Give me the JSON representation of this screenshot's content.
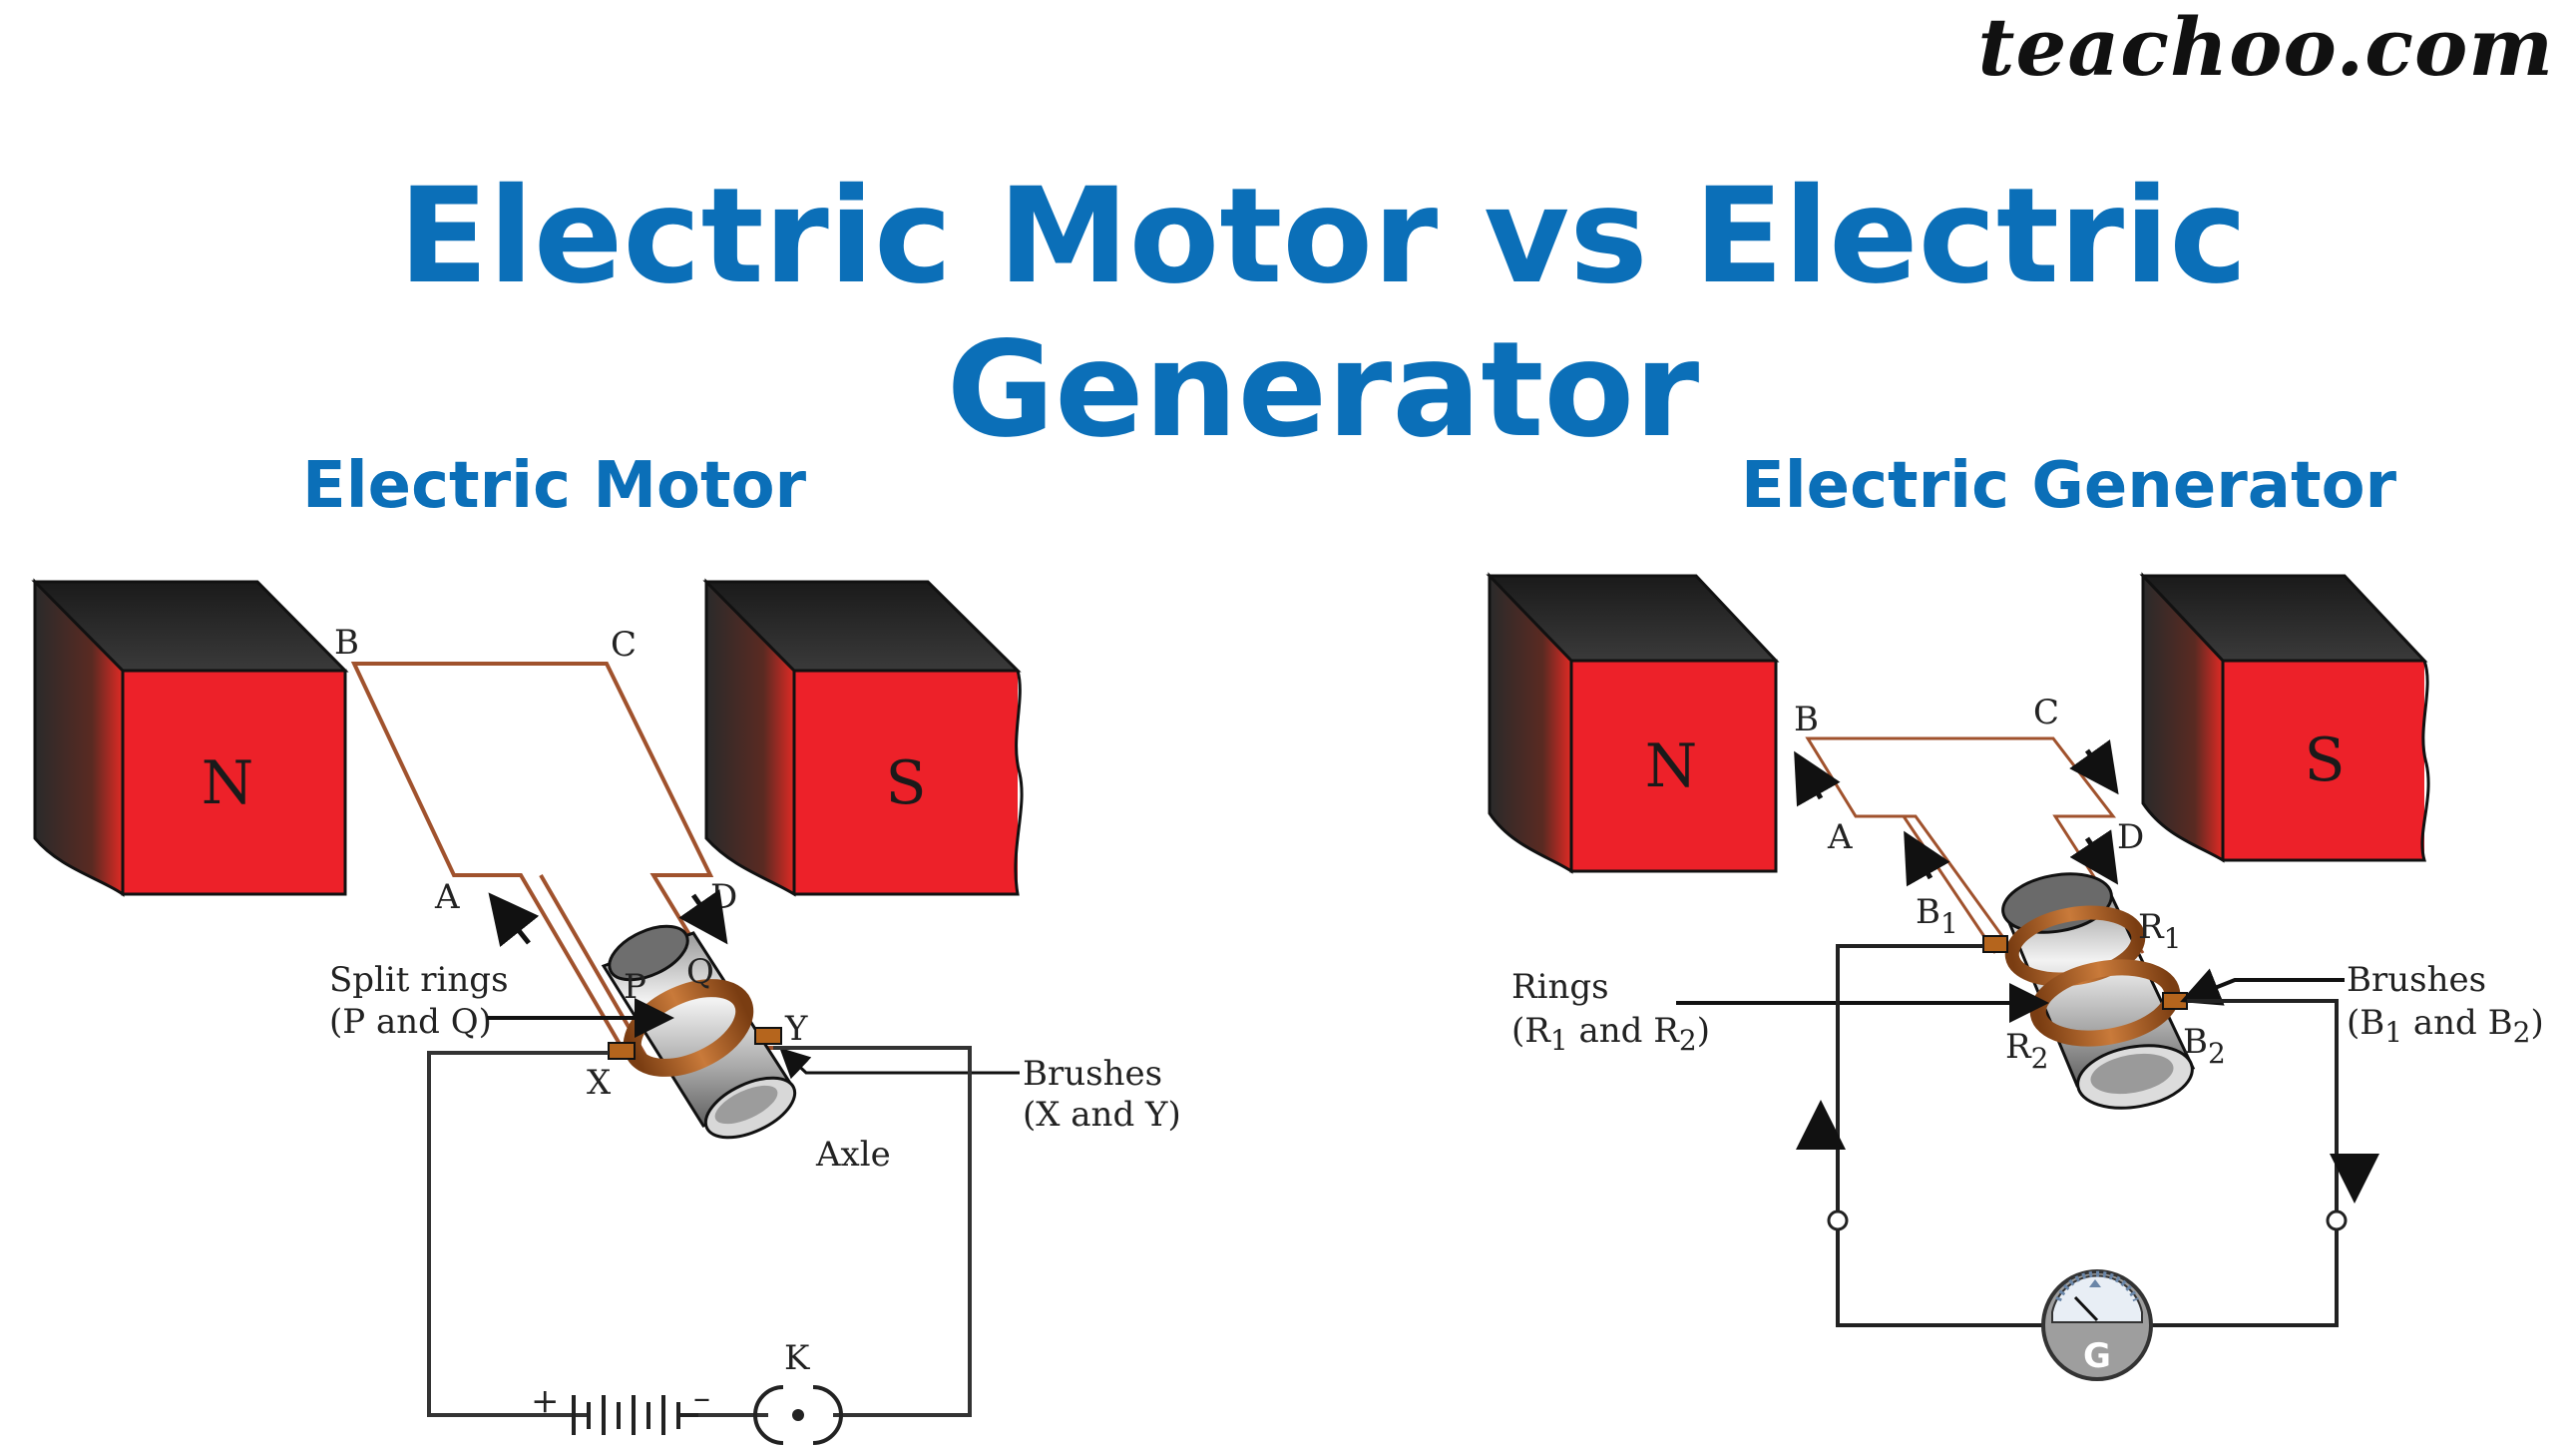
{
  "brand": "teachoo.com",
  "title": "Electric Motor vs Electric Generator",
  "motor": {
    "heading": "Electric Motor",
    "magnet_n": "N",
    "magnet_s": "S",
    "corner_b": "B",
    "corner_c": "C",
    "corner_a": "A",
    "corner_d": "D",
    "ring_p": "P",
    "ring_q": "Q",
    "brush_x": "X",
    "brush_y": "Y",
    "split_rings_l1": "Split rings",
    "split_rings_l2": "(P and Q)",
    "brushes_l1": "Brushes",
    "brushes_l2": "(X and Y)",
    "axle": "Axle",
    "key": "K",
    "plus": "+",
    "minus": "–"
  },
  "generator": {
    "heading": "Electric Generator",
    "magnet_n": "N",
    "magnet_s": "S",
    "corner_b": "B",
    "corner_c": "C",
    "corner_a": "A",
    "corner_d": "D",
    "b1": "B",
    "b1_sub": "1",
    "r1": "R",
    "r1_sub": "1",
    "r2": "R",
    "r2_sub": "2",
    "b2": "B",
    "b2_sub": "2",
    "rings_l1": "Rings",
    "rings_l2": "(R",
    "rings_l2_sub1": "1",
    "rings_l2_mid": " and R",
    "rings_l2_sub2": "2",
    "rings_l2_end": ")",
    "brushes_l1": "Brushes",
    "brushes_l2": "(B",
    "brushes_l2_sub1": "1",
    "brushes_l2_mid": " and B",
    "brushes_l2_sub2": "2",
    "brushes_l2_end": ")",
    "galvanometer": "G"
  },
  "colors": {
    "heading_blue": "#0b6fb8",
    "magnet_red": "#ed2129",
    "coil_brown": "#a0522d",
    "ring_copper": "#b5651d"
  }
}
